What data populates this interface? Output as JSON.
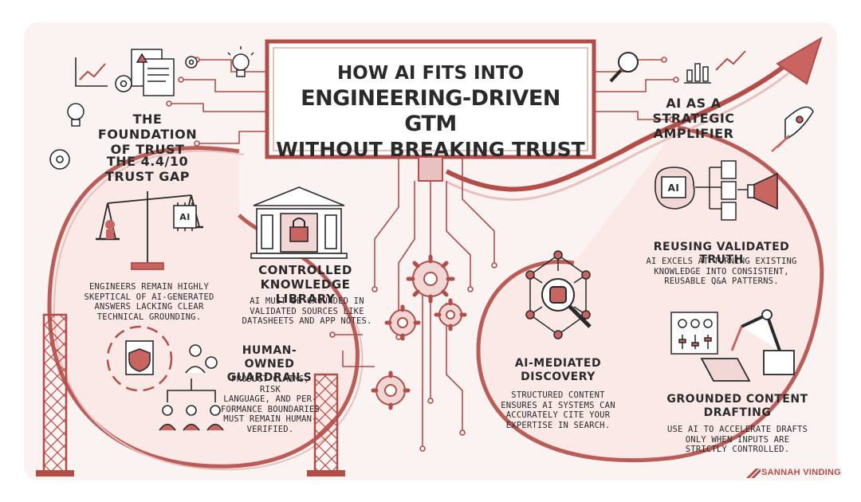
{
  "title": {
    "line1": "HOW AI FITS INTO",
    "line2": "ENGINEERING-DRIVEN GTM",
    "line3": "WITHOUT BREAKING TRUST"
  },
  "foundation": {
    "heading_l1": "THE FOUNDATION",
    "heading_l2": "OF TRUST",
    "gap_l1": "THE 4.4/10",
    "gap_l2": "TRUST GAP",
    "scale_chip": "AI",
    "body": [
      "ENGINEERS REMAIN HIGHLY",
      "SKEPTICAL OF AI-GENERATED",
      "ANSWERS LACKING CLEAR",
      "TECHNICAL GROUNDING."
    ]
  },
  "library": {
    "heading_l1": "CONTROLLED",
    "heading_l2": "KNOWLEDGE LIBRARY",
    "body": [
      "AI MUST BE GROUNDED IN",
      "VALIDATED SOURCES LIKE",
      "DATASHEETS AND APP NOTES."
    ]
  },
  "guardrails": {
    "heading_l1": "HUMAN-OWNED",
    "heading_l2": "GUARDRAILS",
    "body": [
      "PRODUCT CLAIMS, RISK",
      "LANGUAGE, AND PER-",
      "FORMANCE BOUNDARIES",
      "MUST REMAIN HUMAN-",
      "VERIFIED."
    ]
  },
  "amplifier": {
    "heading_l1": "AI AS A",
    "heading_l2": "STRATEGIC",
    "heading_l3": "AMPLIFIER",
    "brain_chip": "AI"
  },
  "reuse": {
    "heading": "REUSING VALIDATED TRUTH",
    "body": [
      "AI EXCELS AT TURNING EXISTING",
      "KNOWLEDGE INTO CONSISTENT,",
      "REUSABLE Q&A PATTERNS."
    ]
  },
  "discovery": {
    "heading_l1": "AI-MEDIATED",
    "heading_l2": "DISCOVERY",
    "body": [
      "STRUCTURED CONTENT",
      "ENSURES AI SYSTEMS CAN",
      "ACCURATELY CITE YOUR",
      "EXPERTISE IN SEARCH."
    ]
  },
  "drafting": {
    "heading_l1": "GROUNDED CONTENT",
    "heading_l2": "DRAFTING",
    "body": [
      "USE AI TO ACCELERATE DRAFTS",
      "ONLY WHEN INPUTS ARE",
      "STRICTLY CONTROLLED."
    ]
  },
  "brand": "SANNAH VINDING",
  "colors": {
    "accent": "#b34d48",
    "accent_light": "#e8c1bf",
    "ink": "#2a2a2a",
    "panel": "#fbf3f2"
  }
}
